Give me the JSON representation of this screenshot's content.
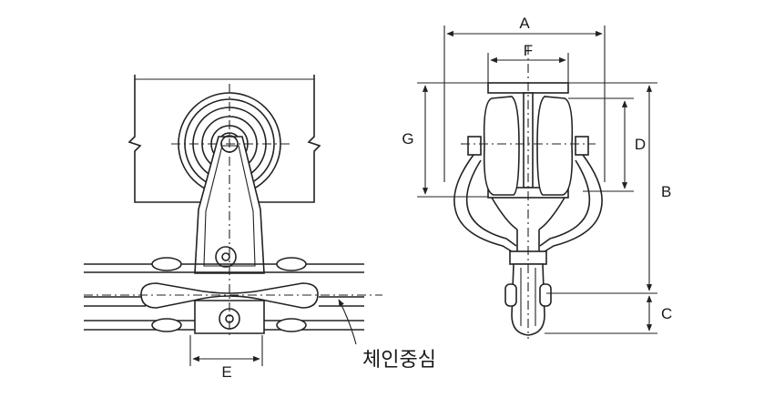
{
  "labels": {
    "A": "A",
    "B": "B",
    "C": "C",
    "D": "D",
    "E": "E",
    "F": "F",
    "G": "G",
    "chain_center": "체인중심"
  }
}
